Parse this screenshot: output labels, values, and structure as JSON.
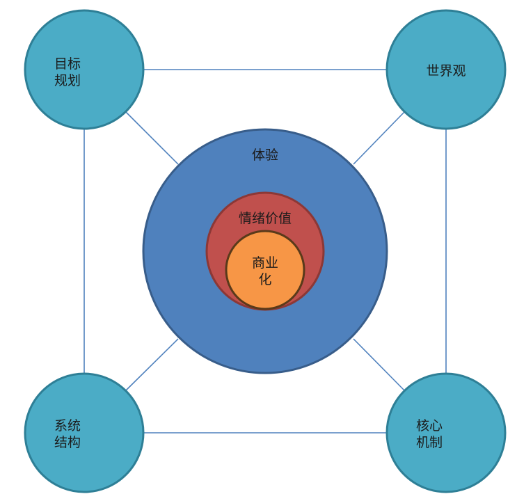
{
  "diagram": {
    "corners": {
      "top_left": {
        "line1": "目标",
        "line2": "规划"
      },
      "top_right": {
        "line1": "世界观"
      },
      "bottom_left": {
        "line1": "系统",
        "line2": "结构"
      },
      "bottom_right": {
        "line1": "核心",
        "line2": "机制"
      }
    },
    "center": {
      "outer_label": "体验",
      "middle_label": "情绪价值",
      "inner_line1": "商业",
      "inner_line2": "化"
    },
    "colors": {
      "corner_fill": "#4BACC6",
      "corner_stroke": "#2E7F96",
      "outer_fill": "#4F81BD",
      "outer_stroke": "#385D8A",
      "middle_fill": "#C0504D",
      "middle_stroke": "#8C3836",
      "inner_fill": "#F79646",
      "inner_stroke": "#5A3A1A",
      "connector": "#4F81BD"
    }
  }
}
